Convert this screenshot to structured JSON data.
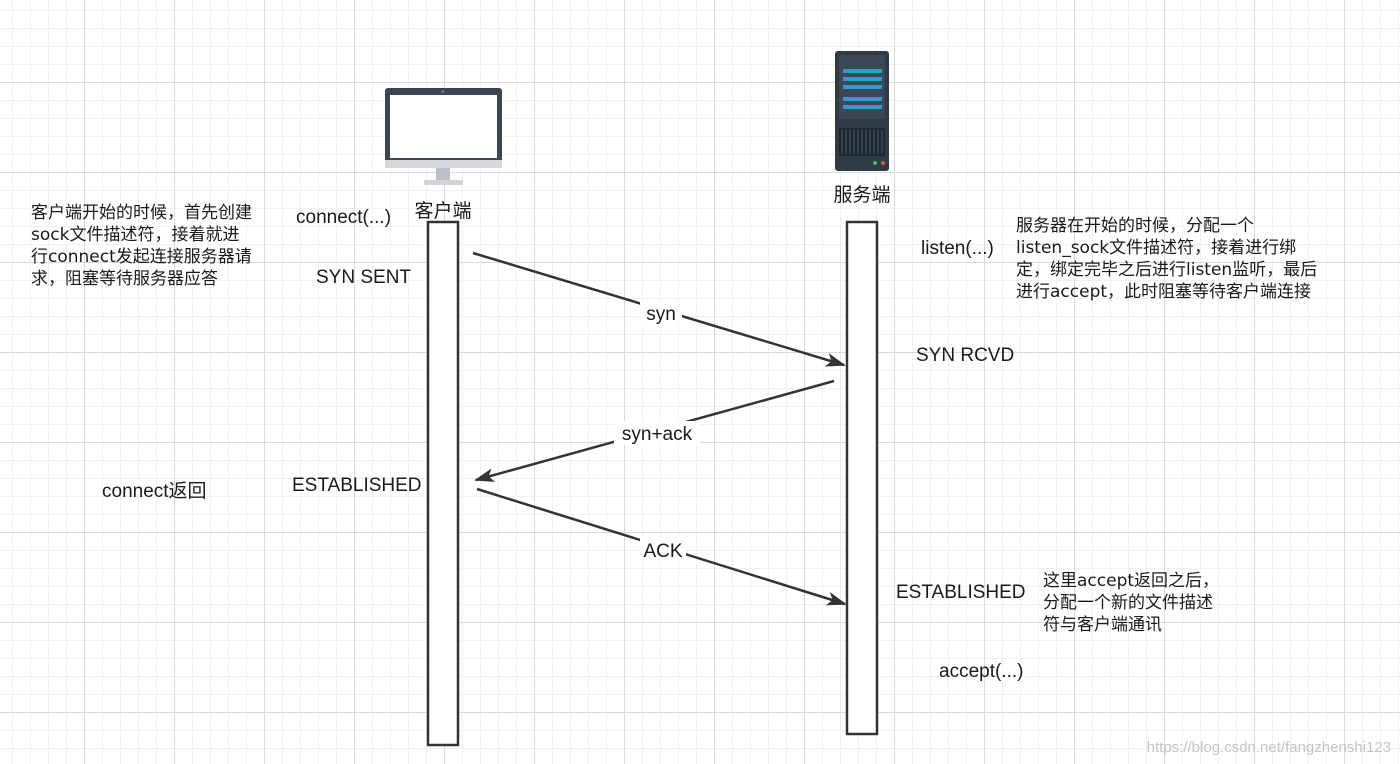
{
  "client": {
    "role_label": "客户端",
    "call_connect": "connect(...)",
    "state_syn_sent": "SYN  SENT",
    "state_established": "ESTABLISHED",
    "connect_return": "connect返回",
    "note": [
      "客户端开始的时候，首先创建",
      "sock文件描述符，接着就进",
      "行connect发起连接服务器请",
      "求，阻塞等待服务器应答"
    ],
    "icon": "desktop-computer-icon"
  },
  "server": {
    "role_label": "服务端",
    "call_listen": "listen(...)",
    "call_accept": "accept(...)",
    "state_syn_rcvd": "SYN  RCVD",
    "state_established": "ESTABLISHED",
    "note_top": [
      "服务器在开始的时候，分配一个",
      "listen_sock文件描述符，接着进行绑",
      "定，绑定完毕之后进行listen监听，最后",
      "进行accept，此时阻塞等待客户端连接"
    ],
    "note_bottom": [
      "这里accept返回之后，",
      "分配一个新的文件描述",
      "符与客户端通讯"
    ],
    "icon": "server-rack-icon"
  },
  "messages": [
    {
      "label": "syn",
      "direction": "client-to-server"
    },
    {
      "label": "syn+ack",
      "direction": "server-to-client"
    },
    {
      "label": "ACK",
      "direction": "client-to-server"
    }
  ],
  "watermark": "https://blog.csdn.net/fangzhenshi123",
  "colors": {
    "line": "#333333",
    "monitor_frame": "#3c4552",
    "server_body": "#2e3a46",
    "server_accent": "#2d9cd1"
  }
}
